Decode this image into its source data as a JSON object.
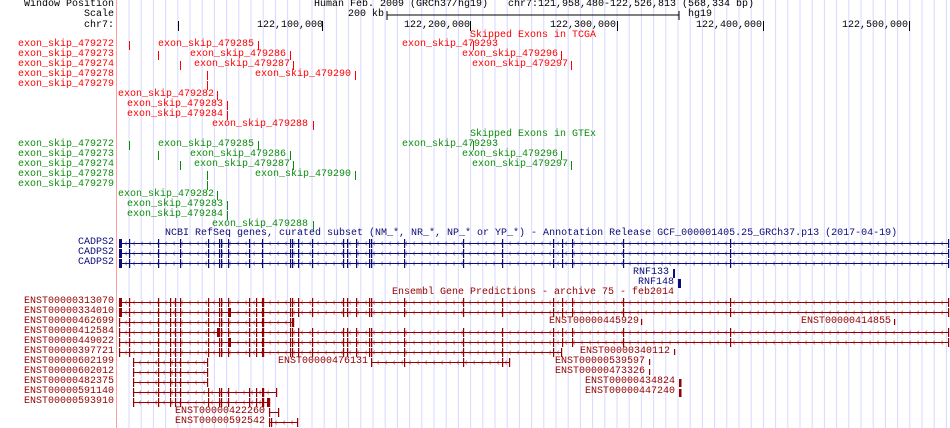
{
  "header": {
    "window_position_label": "Window Position",
    "scale_label": "Scale",
    "chr_label": "chr7:",
    "assembly_title": "Human Feb. 2009 (GRCh37/hg19)",
    "position": "chr7:121,958,480-122,526,813 (568,334 bp)",
    "scale_text": "200 kb",
    "assembly": "hg19",
    "ticks": [
      "122,100,000",
      "122,200,000",
      "122,300,000",
      "122,400,000",
      "122,500,000"
    ]
  },
  "tcga": {
    "title": "Skipped Exons in TCGA",
    "left_labels": [
      "exon_skip_479272",
      "exon_skip_479273",
      "exon_skip_479274",
      "exon_skip_479278",
      "exon_skip_479279"
    ],
    "items": [
      "exon_skip_479285",
      "exon_skip_479293",
      "exon_skip_479286",
      "exon_skip_479296",
      "exon_skip_479287",
      "exon_skip_479297",
      "exon_skip_479290",
      "exon_skip_479282",
      "exon_skip_479283",
      "exon_skip_479284",
      "exon_skip_479288"
    ]
  },
  "gtex": {
    "title": "Skipped Exons in GTEx",
    "left_labels": [
      "exon_skip_479272",
      "exon_skip_479273",
      "exon_skip_479274",
      "exon_skip_479278",
      "exon_skip_479279"
    ],
    "items": [
      "exon_skip_479285",
      "exon_skip_479293",
      "exon_skip_479286",
      "exon_skip_479296",
      "exon_skip_479287",
      "exon_skip_479297",
      "exon_skip_479290",
      "exon_skip_479282",
      "exon_skip_479283",
      "exon_skip_479284",
      "exon_skip_479288"
    ]
  },
  "refseq": {
    "title": "NCBI RefSeq genes, curated subset (NM_*, NR_*, NP_* or YP_*) - Annotation Release GCF_000001405.25_GRCh37.p13 (2017-04-19)",
    "left_labels": [
      "CADPS2",
      "CADPS2",
      "CADPS2"
    ],
    "inline": [
      "RNF133",
      "RNF148"
    ]
  },
  "ensembl": {
    "title": "Ensembl Gene Predictions - archive 75 - feb2014",
    "left_labels": [
      "ENST00000313070",
      "ENST00000334010",
      "ENST00000462699",
      "ENST00000412584",
      "ENST00000449022",
      "ENST00000397721",
      "ENST00000602199",
      "ENST00000602012",
      "ENST00000482375",
      "ENST00000591140",
      "ENST00000593910"
    ],
    "inline": [
      "ENST00000422260",
      "ENST00000592542",
      "ENST00000476131",
      "ENST00000445929",
      "ENST00000414855",
      "ENST00000340112",
      "ENST00000539597",
      "ENST00000473326",
      "ENST00000434824",
      "ENST00000447240"
    ]
  },
  "colors": {
    "tcga": "#ff0000",
    "gtex": "#0c8c0c",
    "refseq": "#0c0c78",
    "ensembl": "#960000",
    "guides": "#d8d8ff",
    "separator": "#ffa0a0"
  }
}
